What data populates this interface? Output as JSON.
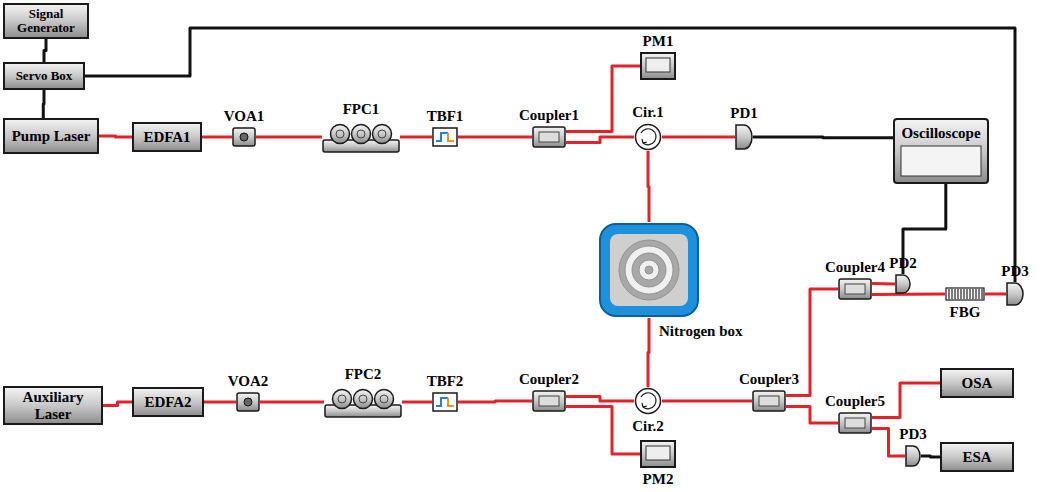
{
  "diagram": {
    "nodes": [
      {
        "text": [
          "Signal Generator"
        ]
      },
      {
        "text": [
          "Servo Box"
        ]
      },
      {
        "text": [
          "Pump Laser"
        ]
      },
      {
        "text": [
          "EDFA1"
        ]
      },
      {
        "text": [
          "VOA1"
        ]
      },
      {
        "text": [
          "FPC1"
        ]
      },
      {
        "text": [
          "TBF1"
        ]
      },
      {
        "text": [
          "Coupler1"
        ]
      },
      {
        "text": [
          "PM1"
        ]
      },
      {
        "text": [
          "Cir.1"
        ]
      },
      {
        "text": [
          "PD1"
        ]
      },
      {
        "text": [
          "Oscilloscope"
        ]
      },
      {
        "text": [
          "Nitrogen box"
        ]
      },
      {
        "text": [
          "Auxiliary Laser"
        ]
      },
      {
        "text": [
          "EDFA2"
        ]
      },
      {
        "text": [
          "VOA2"
        ]
      },
      {
        "text": [
          "FPC2"
        ]
      },
      {
        "text": [
          "TBF2"
        ]
      },
      {
        "text": [
          "Coupler2"
        ]
      },
      {
        "text": [
          "Cir.2"
        ]
      },
      {
        "text": [
          "PM2"
        ]
      },
      {
        "text": [
          "Coupler3"
        ]
      },
      {
        "text": [
          "Coupler4"
        ]
      },
      {
        "text": [
          "PD2"
        ]
      },
      {
        "text": [
          "FBG"
        ]
      },
      {
        "text": [
          "PD3"
        ]
      },
      {
        "text": [
          "Coupler5"
        ]
      },
      {
        "text": [
          "OSA"
        ]
      },
      {
        "text": [
          "PD3"
        ]
      },
      {
        "text": [
          "ESA"
        ]
      }
    ],
    "edges": [
      {
        "from": 0,
        "to": 1,
        "arrow": "none"
      },
      {
        "from": 1,
        "to": 2,
        "arrow": "none"
      },
      {
        "from": 2,
        "to": 3,
        "arrow": "none"
      },
      {
        "from": 3,
        "to": 4,
        "arrow": "none"
      },
      {
        "from": 4,
        "to": 5,
        "arrow": "none"
      },
      {
        "from": 5,
        "to": 6,
        "arrow": "none"
      },
      {
        "from": 6,
        "to": 7,
        "arrow": "none"
      },
      {
        "from": 7,
        "to": 8,
        "arrow": "none"
      },
      {
        "from": 7,
        "to": 9,
        "arrow": "none"
      },
      {
        "from": 9,
        "to": 10,
        "arrow": "none"
      },
      {
        "from": 10,
        "to": 11,
        "arrow": "none"
      },
      {
        "from": 9,
        "to": 12,
        "arrow": "none"
      },
      {
        "from": 12,
        "to": 19,
        "arrow": "none"
      },
      {
        "from": 13,
        "to": 14,
        "arrow": "none"
      },
      {
        "from": 14,
        "to": 15,
        "arrow": "none"
      },
      {
        "from": 15,
        "to": 16,
        "arrow": "none"
      },
      {
        "from": 16,
        "to": 17,
        "arrow": "none"
      },
      {
        "from": 17,
        "to": 18,
        "arrow": "none"
      },
      {
        "from": 18,
        "to": 19,
        "arrow": "none"
      },
      {
        "from": 18,
        "to": 20,
        "arrow": "none"
      },
      {
        "from": 19,
        "to": 21,
        "arrow": "none"
      },
      {
        "from": 21,
        "to": 22,
        "arrow": "none"
      },
      {
        "from": 21,
        "to": 26,
        "arrow": "none"
      },
      {
        "from": 22,
        "to": 23,
        "arrow": "none"
      },
      {
        "from": 22,
        "to": 24,
        "arrow": "none"
      },
      {
        "from": 24,
        "to": 25,
        "arrow": "none"
      },
      {
        "from": 23,
        "to": 11,
        "arrow": "none"
      },
      {
        "from": 25,
        "to": 1,
        "arrow": "none"
      },
      {
        "from": 26,
        "to": 27,
        "arrow": "none"
      },
      {
        "from": 26,
        "to": 28,
        "arrow": "none"
      },
      {
        "from": 28,
        "to": 29,
        "arrow": "none"
      }
    ]
  }
}
